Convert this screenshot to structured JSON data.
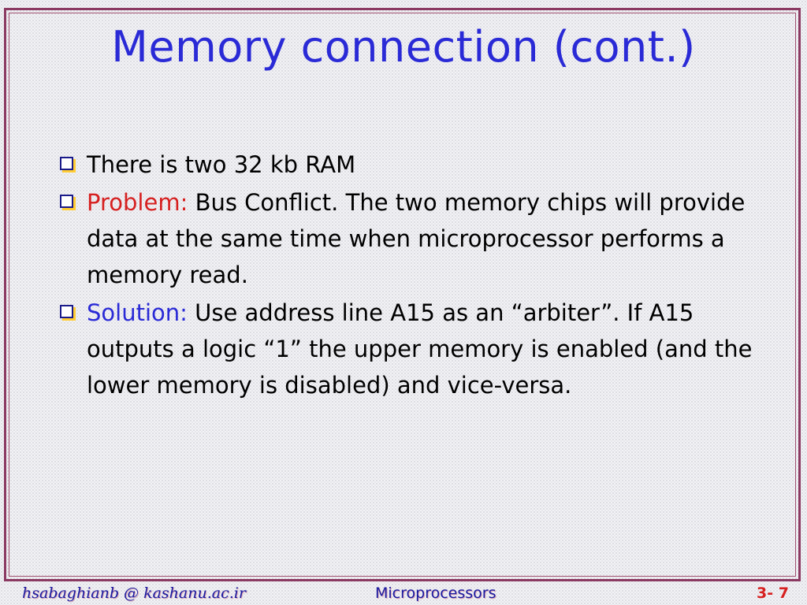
{
  "slide": {
    "title": "Memory connection (cont.)",
    "bullets": [
      {
        "prefix": "",
        "text": "There is two 32 kb RAM"
      },
      {
        "prefix": "Problem: ",
        "text": "Bus Conflict. The two memory chips will provide data at the same time when microprocessor performs a memory read."
      },
      {
        "prefix": "Solution: ",
        "text": "Use address line A15 as an “arbiter”.  If A15 outputs a logic “1” the upper memory is enabled (and the lower memory is disabled) and vice-versa."
      }
    ]
  },
  "footer": {
    "email": "hsabaghianb @ kashanu.ac.ir",
    "course": "Microprocessors",
    "page": "3- 7"
  },
  "colors": {
    "title": "#2a2ad6",
    "problem": "#d62020",
    "solution": "#2a2ad6",
    "frame": "#8b3a62"
  },
  "icons": {
    "bullet": "hollow-square-bullet-icon"
  }
}
